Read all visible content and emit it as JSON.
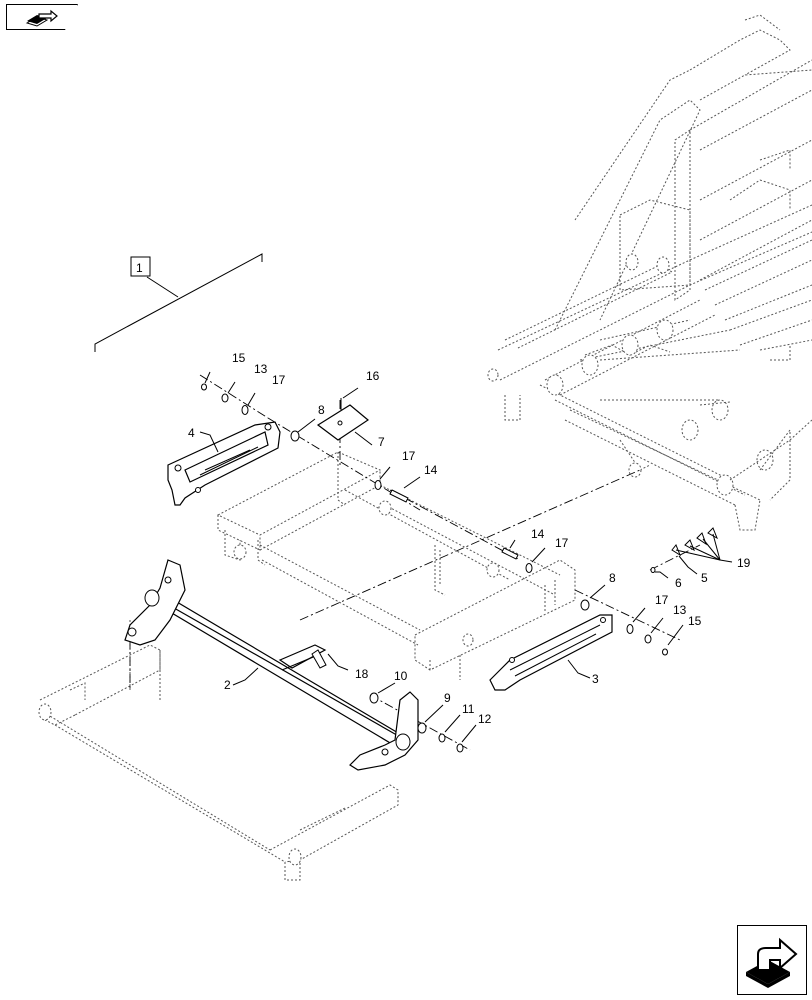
{
  "navigation": {
    "back_icon": "book-arrow-icon",
    "forward_icon": "forward-arrow-icon"
  },
  "assembly_label": "1",
  "callouts": [
    {
      "id": "1",
      "text": "1"
    },
    {
      "id": "2",
      "text": "2"
    },
    {
      "id": "3",
      "text": "3"
    },
    {
      "id": "4",
      "text": "4"
    },
    {
      "id": "5",
      "text": "5"
    },
    {
      "id": "6",
      "text": "6"
    },
    {
      "id": "7",
      "text": "7"
    },
    {
      "id": "8a",
      "text": "8"
    },
    {
      "id": "8b",
      "text": "8"
    },
    {
      "id": "9",
      "text": "9"
    },
    {
      "id": "10",
      "text": "10"
    },
    {
      "id": "11",
      "text": "11"
    },
    {
      "id": "12",
      "text": "12"
    },
    {
      "id": "13a",
      "text": "13"
    },
    {
      "id": "13b",
      "text": "13"
    },
    {
      "id": "14a",
      "text": "14"
    },
    {
      "id": "14b",
      "text": "14"
    },
    {
      "id": "15a",
      "text": "15"
    },
    {
      "id": "15b",
      "text": "15"
    },
    {
      "id": "16",
      "text": "16"
    },
    {
      "id": "17a",
      "text": "17"
    },
    {
      "id": "17b",
      "text": "17"
    },
    {
      "id": "17c",
      "text": "17"
    },
    {
      "id": "17d",
      "text": "17"
    },
    {
      "id": "18",
      "text": "18"
    },
    {
      "id": "19",
      "text": "19"
    }
  ]
}
